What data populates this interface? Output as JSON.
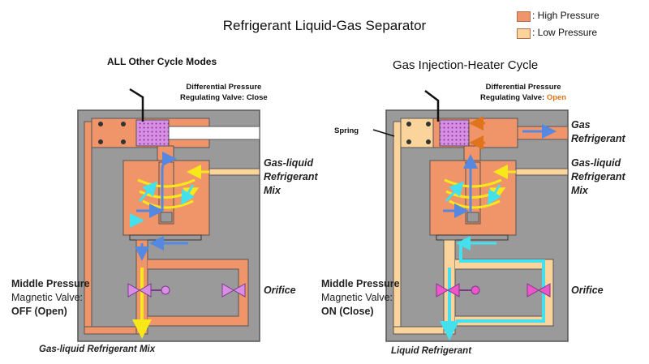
{
  "title": "Refrigerant Liquid-Gas Separator",
  "legend": [
    {
      "label": ": High Pressure",
      "color": "#f0946a"
    },
    {
      "label": ": Low Pressure",
      "color": "#fbd49c"
    }
  ],
  "left": {
    "heading": "ALL Other Cycle Modes",
    "valve_label_line1": "Differential Pressure",
    "valve_label_line2": "Regulating Valve: Close",
    "inlet_label": "Gas-liquid Refrigerant Mix",
    "inlet_l1": "Gas-liquid",
    "inlet_l2": "Refrigerant",
    "inlet_l3": "Mix",
    "orifice": "Orifice",
    "mpv_l1": "Middle Pressure",
    "mpv_l2": "Magnetic Valve:",
    "mpv_state": "OFF (Open)",
    "outlet": "Gas-liquid Refrigerant  Mix"
  },
  "right": {
    "heading": "Gas Injection-Heater Cycle",
    "valve_label_line1": "Differential Pressure",
    "valve_label_prefix": "Regulating Valve: ",
    "valve_state": "Open",
    "spring": "Spring",
    "gas_l1": "Gas",
    "gas_l2": "Refrigerant",
    "inlet_l1": "Gas-liquid",
    "inlet_l2": "Refrigerant",
    "inlet_l3": "Mix",
    "orifice": "Orifice",
    "mpv_l1": "Middle Pressure",
    "mpv_l2": "Magnetic Valve:",
    "mpv_state": "ON (Close)",
    "outlet": "Liquid Refrigerant"
  },
  "colors": {
    "high": "#f0946a",
    "low": "#fbd49c",
    "body": "#9a9a9a",
    "valve": "#d98ee6",
    "arrow_blue": "#5588e0",
    "arrow_cyan": "#44e0ee",
    "arrow_yellow": "#f8e81a",
    "open_accent": "#e0741c"
  }
}
